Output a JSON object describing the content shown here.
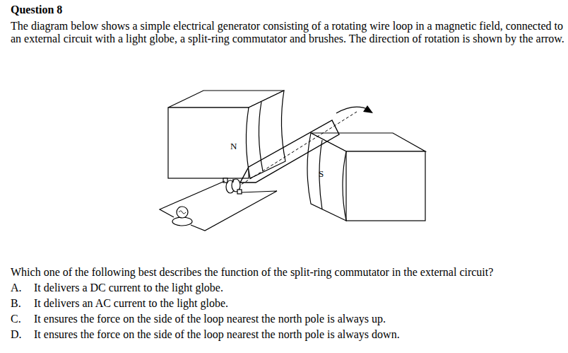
{
  "diagram": {
    "title": "Question 8",
    "labels": [
      "The diagram below shows a simple electrical generator consisting of a rotating wire loop in a magnetic field, connected to an external circuit with a light globe, a split-ring commutator and brushes. The direction of rotation is shown by the arrow.",
      "N",
      "S",
      "Which one of the following best describes the function of the split-ring commutator in the external circuit?",
      "A.",
      "It delivers a DC current to the light globe.",
      "B.",
      "It delivers an AC current to the light globe.",
      "C.",
      "It ensures the force on the side of the loop nearest the north pole is always up.",
      "D.",
      "It ensures the force on the side of the loop nearest the north pole is always down."
    ]
  }
}
